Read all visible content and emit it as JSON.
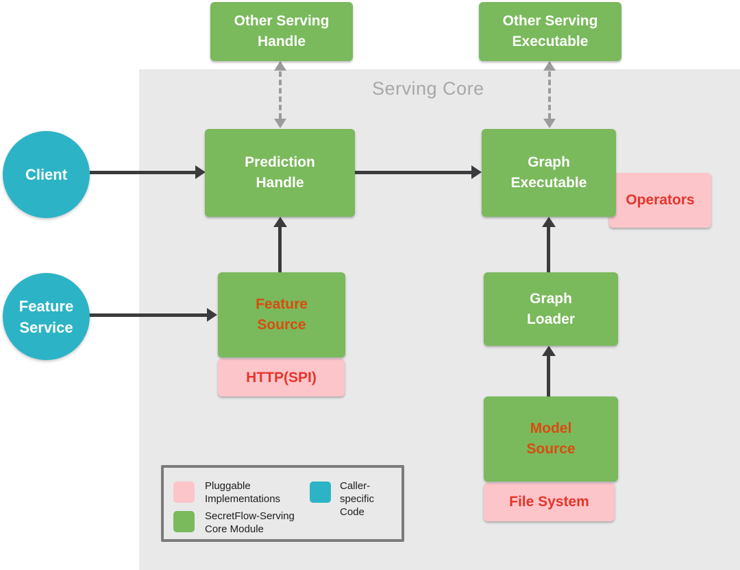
{
  "diagram": {
    "region_label": "Serving Core",
    "nodes": {
      "other_serving_handle": "Other Serving\nHandle",
      "other_serving_executable": "Other Serving\nExecutable",
      "prediction_handle": "Prediction\nHandle",
      "graph_executable": "Graph\nExecutable",
      "operators": "Operators",
      "feature_source": "Feature\nSource",
      "http_spi": "HTTP(SPI)",
      "graph_loader": "Graph\nLoader",
      "model_source": "Model\nSource",
      "file_system": "File System",
      "client": "Client",
      "feature_service": "Feature\nService"
    },
    "legend": {
      "items": [
        {
          "swatch": "pink",
          "label": "Pluggable\nImplementations"
        },
        {
          "swatch": "teal",
          "label": "Caller-specific\nCode"
        },
        {
          "swatch": "green",
          "label": "SecretFlow-Serving\nCore Module"
        }
      ]
    },
    "colors": {
      "core_module_green": "#7ab95c",
      "pluggable_pink": "#fcc5ca",
      "caller_specific_teal": "#2cb4c6",
      "panel_gray": "#e9e9e9",
      "red_label": "#e5352a",
      "orange_red_label": "#d94c10",
      "solid_arrow": "#3b3b3d",
      "dashed_arrow": "#9b9b9b"
    }
  }
}
